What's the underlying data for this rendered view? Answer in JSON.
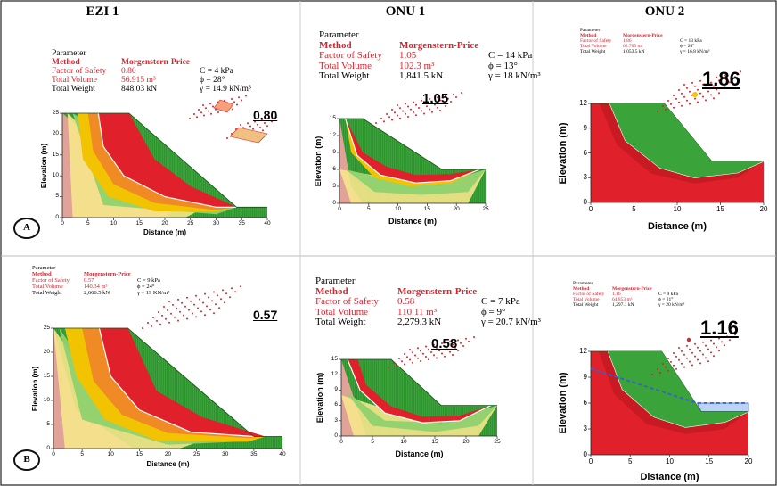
{
  "panel_titles": {
    "ezi1": "EZI 1",
    "onu1": "ONU 1",
    "onu2": "ONU 2"
  },
  "row_labels": {
    "a": "A",
    "b": "B"
  },
  "axis": {
    "xlabel": "Distance (m)",
    "ylabel": "Elevation (m)"
  },
  "params": {
    "a1": {
      "header": "Parameter",
      "method_label": "Method",
      "method": "Morgenstern-Price",
      "fos_label": "Factor of Safety",
      "fos": "0.80",
      "vol_label": "Total Volume",
      "vol": "56.915 m³",
      "wt_label": "Total Weight",
      "wt": "848.03 kN",
      "c": "C  =  4 kPa",
      "phi": "ϕ  =  28°",
      "gamma": "γ  =  14.9 kN/m³"
    },
    "a2": {
      "header": "Parameter",
      "method_label": "Method",
      "method": "Morgenstern-Price",
      "fos_label": "Factor of Safety",
      "fos": "1.05",
      "vol_label": "Total Volume",
      "vol": "102.3 m³",
      "wt_label": "Total Weight",
      "wt": "1,841.5 kN",
      "c": "C  =  14 kPa",
      "phi": "ϕ  =  13°",
      "gamma": "γ  =  18 kN/m³"
    },
    "a3": {
      "header": "Parameter",
      "method_label": "Method",
      "method": "Morgenstern-Price",
      "fos_label": "Factor of Safety",
      "fos": "1.86",
      "vol_label": "Total Volume",
      "vol": "62.705 m³",
      "wt_label": "Total Weight",
      "wt": "1,053.5 kN",
      "c": "C  =  13 kPa",
      "phi": "ϕ  =  26°",
      "gamma": "γ  =  16.8 kN/m³"
    },
    "b1": {
      "header": "Parameter",
      "method_label": "Method",
      "method": "Morgenstern-Price",
      "fos_label": "Factor of Safety",
      "fos": "0.57",
      "vol_label": "Total Volume",
      "vol": "140.34 m³",
      "wt_label": "Total Weight",
      "wt": "2,666.5 kN",
      "c": "C  =  9 kPa",
      "phi": "ϕ  =  24°",
      "gamma": "γ  =  19 KN/m³"
    },
    "b2": {
      "header": "Parameter",
      "method_label": "Method",
      "method": "Morgenstern-Price",
      "fos_label": "Factor of Safety",
      "fos": "0.58",
      "vol_label": "Total Volume",
      "vol": "110.11 m³",
      "wt_label": "Total Weight",
      "wt": "2,279.3 kN",
      "c": "C  =  7 kPa",
      "phi": "ϕ  =  9°",
      "gamma": "γ  =  20.7 kN/m³"
    },
    "b3": {
      "header": "Parameter",
      "method_label": "Method",
      "method": "Morgenstern-Price",
      "fos_label": "Factor of Safety",
      "fos": "1.16",
      "vol_label": "Total Volume",
      "vol": "64.853 m³",
      "wt_label": "Total Weight",
      "wt": "1,297.1 kN",
      "c": "C  =  9 kPa",
      "phi": "ϕ  =  21°",
      "gamma": "γ  =  20 kN/m³"
    }
  },
  "fos_display": {
    "a1": "0.80",
    "a2": "1.05",
    "a3": "1.86",
    "b1": "0.57",
    "b2": "0.58",
    "b3": "1.16"
  },
  "ticks": {
    "a1": {
      "x": [
        "0",
        "5",
        "10",
        "15",
        "20",
        "25",
        "30",
        "35",
        "40"
      ],
      "y": [
        "0",
        "5",
        "10",
        "15",
        "20",
        "25"
      ]
    },
    "a2": {
      "x": [
        "0",
        "5",
        "10",
        "15",
        "20",
        "25"
      ],
      "y": [
        "0",
        "3",
        "6",
        "9",
        "12",
        "15"
      ]
    },
    "a3": {
      "x": [
        "0",
        "5",
        "10",
        "15",
        "20"
      ],
      "y": [
        "0",
        "3",
        "6",
        "9",
        "12"
      ]
    },
    "b1": {
      "x": [
        "0",
        "5",
        "10",
        "15",
        "20",
        "25",
        "30",
        "35",
        "40"
      ],
      "y": [
        "0",
        "5",
        "10",
        "15",
        "20",
        "25"
      ]
    },
    "b2": {
      "x": [
        "0",
        "5",
        "10",
        "15",
        "20",
        "25"
      ],
      "y": [
        "0",
        "3",
        "6",
        "9",
        "12",
        "15"
      ]
    },
    "b3": {
      "x": [
        "0",
        "5",
        "10",
        "15",
        "20"
      ],
      "y": [
        "0",
        "3",
        "6",
        "9",
        "12"
      ]
    }
  },
  "colors": {
    "slope_green": "#3aa33a",
    "slip_red": "#e0202a",
    "yellow": "#f2c300",
    "orange": "#f08a24",
    "light_green": "#8fd16f",
    "water": "#3a5fcd"
  }
}
